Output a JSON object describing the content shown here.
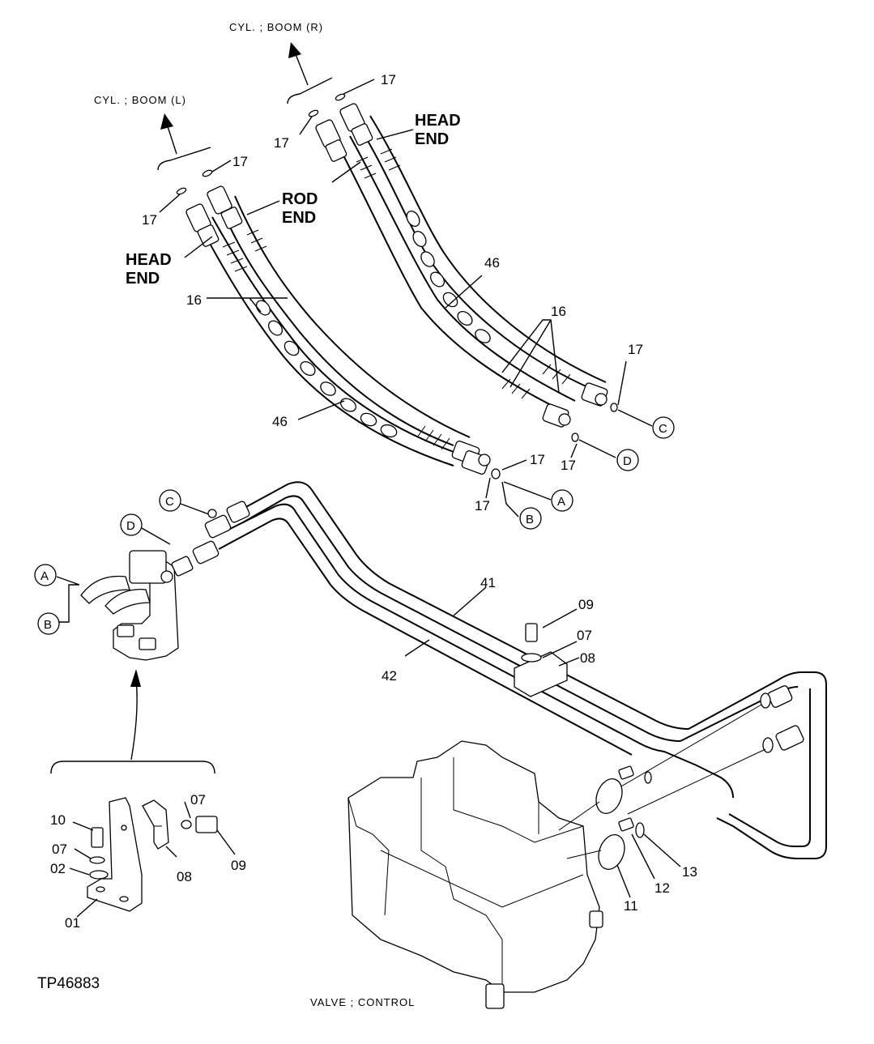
{
  "title_code": "TP46883",
  "dest_labels": {
    "boom_left": "CYL. ; BOOM (L)",
    "boom_right": "CYL. ; BOOM (R)",
    "valve": "VALVE ; CONTROL"
  },
  "end_labels": {
    "rod_1": "ROD",
    "rod_2": "END",
    "headL_1": "HEAD",
    "headL_2": "END",
    "headR_1": "HEAD",
    "headR_2": "END"
  },
  "connectors": {
    "a": "A",
    "b": "B",
    "c": "C",
    "d": "D"
  },
  "parts": {
    "p01": "01",
    "p02": "02",
    "p07": "07",
    "p08": "08",
    "p09": "09",
    "p10": "10",
    "p11": "11",
    "p12": "12",
    "p13": "13",
    "p16": "16",
    "p17": "17",
    "p41": "41",
    "p42": "42",
    "p46": "46"
  }
}
